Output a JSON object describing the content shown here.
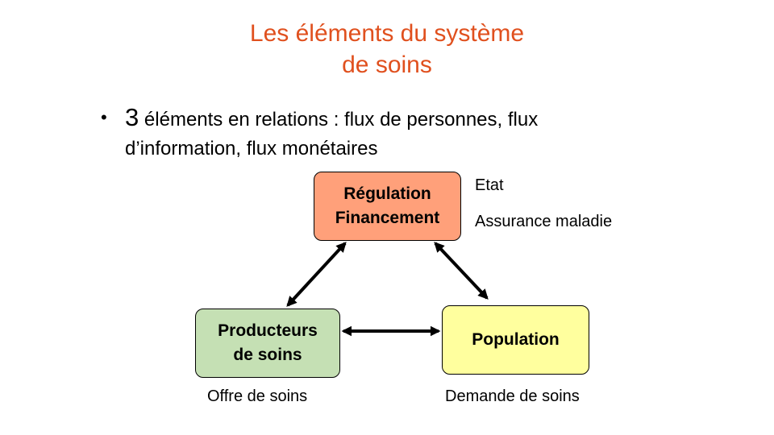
{
  "title": {
    "line1": "Les éléments du système",
    "line2": "de soins"
  },
  "bullet": {
    "marker": "•",
    "number": "3",
    "text": " éléments en relations : flux de personnes, flux d’information, flux monétaires"
  },
  "nodes": {
    "regulation": {
      "line1": "Régulation",
      "line2": "Financement"
    },
    "producteurs": {
      "line1": "Producteurs",
      "line2": "de soins"
    },
    "population": {
      "line1": "Population"
    }
  },
  "annotations": {
    "etat": "Etat",
    "assurance": "Assurance maladie",
    "offre": "Offre de soins",
    "demande": "Demande de soins"
  },
  "colors": {
    "title": "#e0501e",
    "regulation_fill": "#ffa07a",
    "producteurs_fill": "#c5e0b4",
    "population_fill": "#ffff9e"
  }
}
